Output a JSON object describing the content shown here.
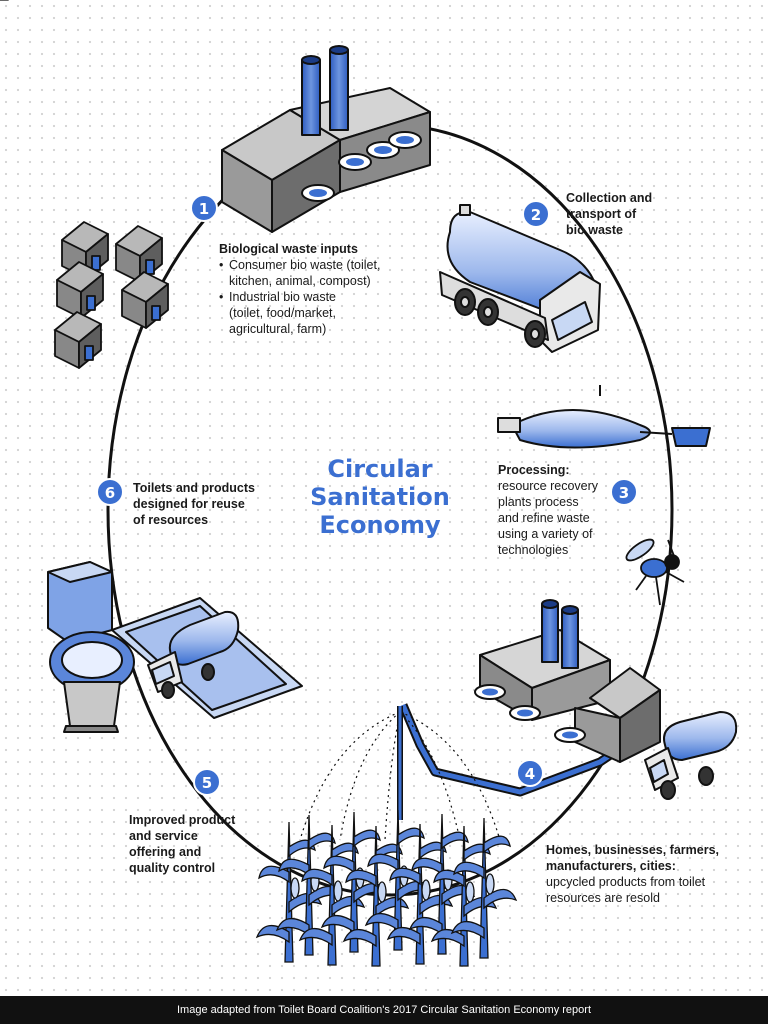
{
  "title": {
    "line1": "Circular",
    "line2": "Sanitation",
    "line3": "Economy"
  },
  "steps": [
    {
      "number": "1",
      "heading": "Biological waste inputs",
      "bullets": [
        "Consumer bio waste (toilet,",
        "kitchen, animal, compost)",
        "Industrial bio waste",
        "(toilet, food/market,",
        "agricultural, farm)"
      ]
    },
    {
      "number": "2",
      "heading_lines": [
        "Collection and",
        "transport of",
        "bio waste"
      ]
    },
    {
      "number": "3",
      "heading": "Processing:",
      "body_lines": [
        "resource recovery",
        "plants process",
        "and refine waste",
        "using a variety of",
        "technologies"
      ]
    },
    {
      "number": "4",
      "heading_lines": [
        "Homes, businesses, farmers,",
        "manufacturers, cities:"
      ],
      "body_lines": [
        "upcycled products from toilet",
        "resources are resold"
      ]
    },
    {
      "number": "5",
      "heading_lines": [
        "Improved product",
        "and service",
        "offering and",
        "quality control"
      ]
    },
    {
      "number": "6",
      "heading_lines": [
        "Toilets and products",
        "designed for reuse",
        "of resources"
      ]
    }
  ],
  "footer": "Image adapted from Toilet Board Coalition's 2017 Circular Sanitation Economy report",
  "colors": {
    "accent": "#3b6fd1",
    "dark": "#111111",
    "light_blue": "#b9cdf0",
    "grey": "#9a9a9a"
  },
  "icons": [
    "factory-icon",
    "truck-icon",
    "houses-icon",
    "processing-plant-icon",
    "insect-icon",
    "toilet-icon",
    "corn-crop-icon",
    "sprinkler-icon"
  ]
}
